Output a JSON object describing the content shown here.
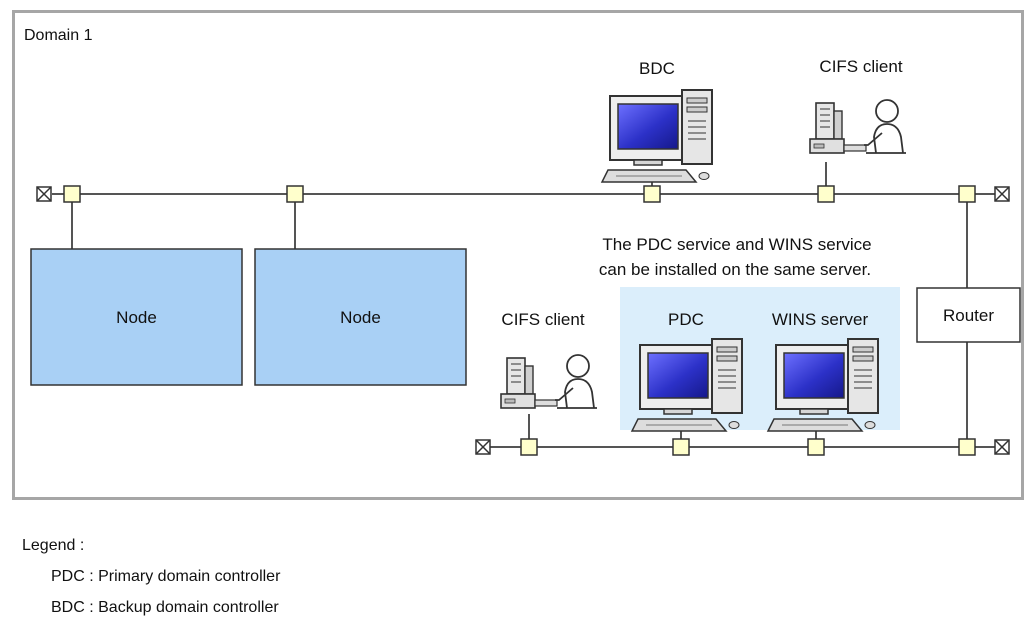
{
  "domain_label": "Domain 1",
  "nodes": [
    "Node",
    "Node"
  ],
  "devices": {
    "bdc": "BDC",
    "cifs_client_top": "CIFS client",
    "cifs_client_bottom": "CIFS client",
    "pdc": "PDC",
    "wins_server": "WINS  server",
    "router": "Router"
  },
  "note": {
    "line1": "The PDC service and WINS service",
    "line2": "can be installed on the same server."
  },
  "legend": {
    "title": "Legend :",
    "items": [
      {
        "abbr": "PDC",
        "text": "Primary domain controller"
      },
      {
        "abbr": "BDC",
        "text": "Backup domain controller"
      }
    ]
  },
  "colors": {
    "frame": "#a6a6a6",
    "node_fill": "#a9d0f5",
    "highlight_fill": "#dbeefb",
    "connector_fill": "#ffffcc",
    "screen_blue": "#2c31c8",
    "line": "#555555"
  }
}
